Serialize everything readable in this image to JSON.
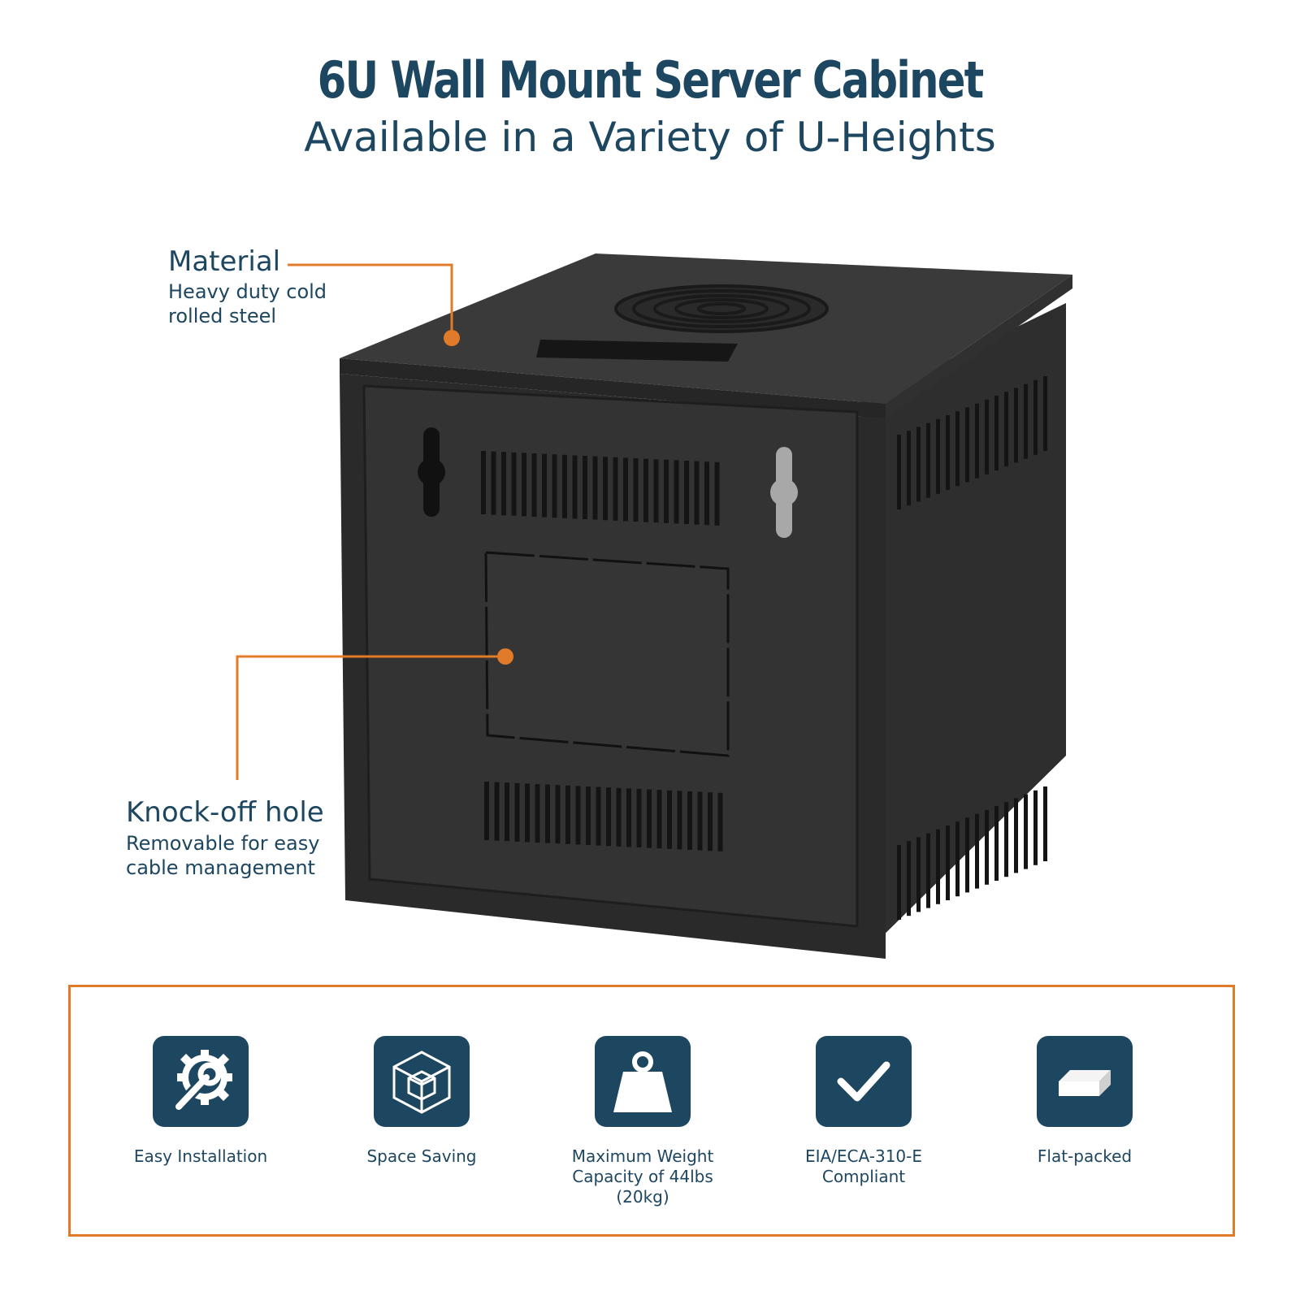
{
  "header": {
    "title": "6U Wall Mount Server Cabinet",
    "subtitle": "Available in a Variety of U-Heights"
  },
  "callouts": [
    {
      "title": "Material",
      "description": "Heavy duty cold\nrolled steel"
    },
    {
      "title": "Knock-off hole",
      "description": "Removable for easy\ncable management"
    }
  ],
  "features": [
    {
      "label": "Easy Installation",
      "icon": "gear-wrench-icon"
    },
    {
      "label": "Space Saving",
      "icon": "cube-icon"
    },
    {
      "label": "Maximum Weight\nCapacity of 44lbs (20kg)",
      "icon": "weight-icon"
    },
    {
      "label": "EIA/ECA-310-E\nCompliant",
      "icon": "checkmark-icon"
    },
    {
      "label": "Flat-packed",
      "icon": "flat-box-icon"
    }
  ],
  "colors": {
    "brand_navy": "#1d4660",
    "accent_orange": "#e07b2a",
    "cabinet_black": "#2b2b2b"
  }
}
